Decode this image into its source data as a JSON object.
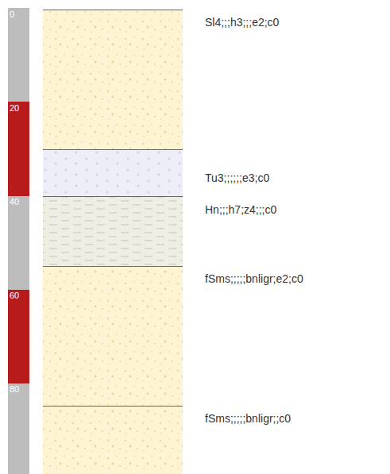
{
  "diagram": {
    "labels": [
      "0",
      "20",
      "40",
      "60",
      "80",
      "Sl4;;;h3;;;e2;c0",
      "Tu3;;;;;;e3;c0",
      "Hn;;;h7;z4;;;c0",
      "fSms;;;;;bnligr;e2;c0",
      "fSms;;;;;bnligr;;c0"
    ]
  }
}
